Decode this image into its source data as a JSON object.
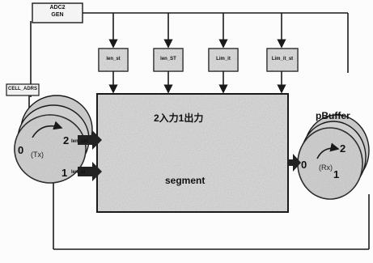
{
  "diagram": {
    "top_box_line1": "ADC2",
    "top_box_line2": "GEN",
    "param_boxes": [
      {
        "label": "len_st"
      },
      {
        "label": "len_ST"
      },
      {
        "label": "Lim_it"
      },
      {
        "label": "Lim_it_st"
      }
    ],
    "input_label": "CELL_ADRS",
    "main_box_title": "2入力1出力",
    "main_box_caption": "segment",
    "left_ring": {
      "center_label": "(Tx)",
      "marks": [
        "0",
        "2",
        "1"
      ]
    },
    "left_ports": [
      "len_sel",
      "len_st"
    ],
    "output_label": "pBuffer",
    "right_ring": {
      "center_label": "(Rx)",
      "marks": [
        "0",
        "2",
        "1"
      ]
    }
  },
  "colors": {
    "stroke": "#1a1a1a",
    "box_fill": "#e8e8e8",
    "ring_fill": "#d9d9d9",
    "ring_shadow": "#b0b0b0",
    "arrow_fill": "#222222"
  }
}
